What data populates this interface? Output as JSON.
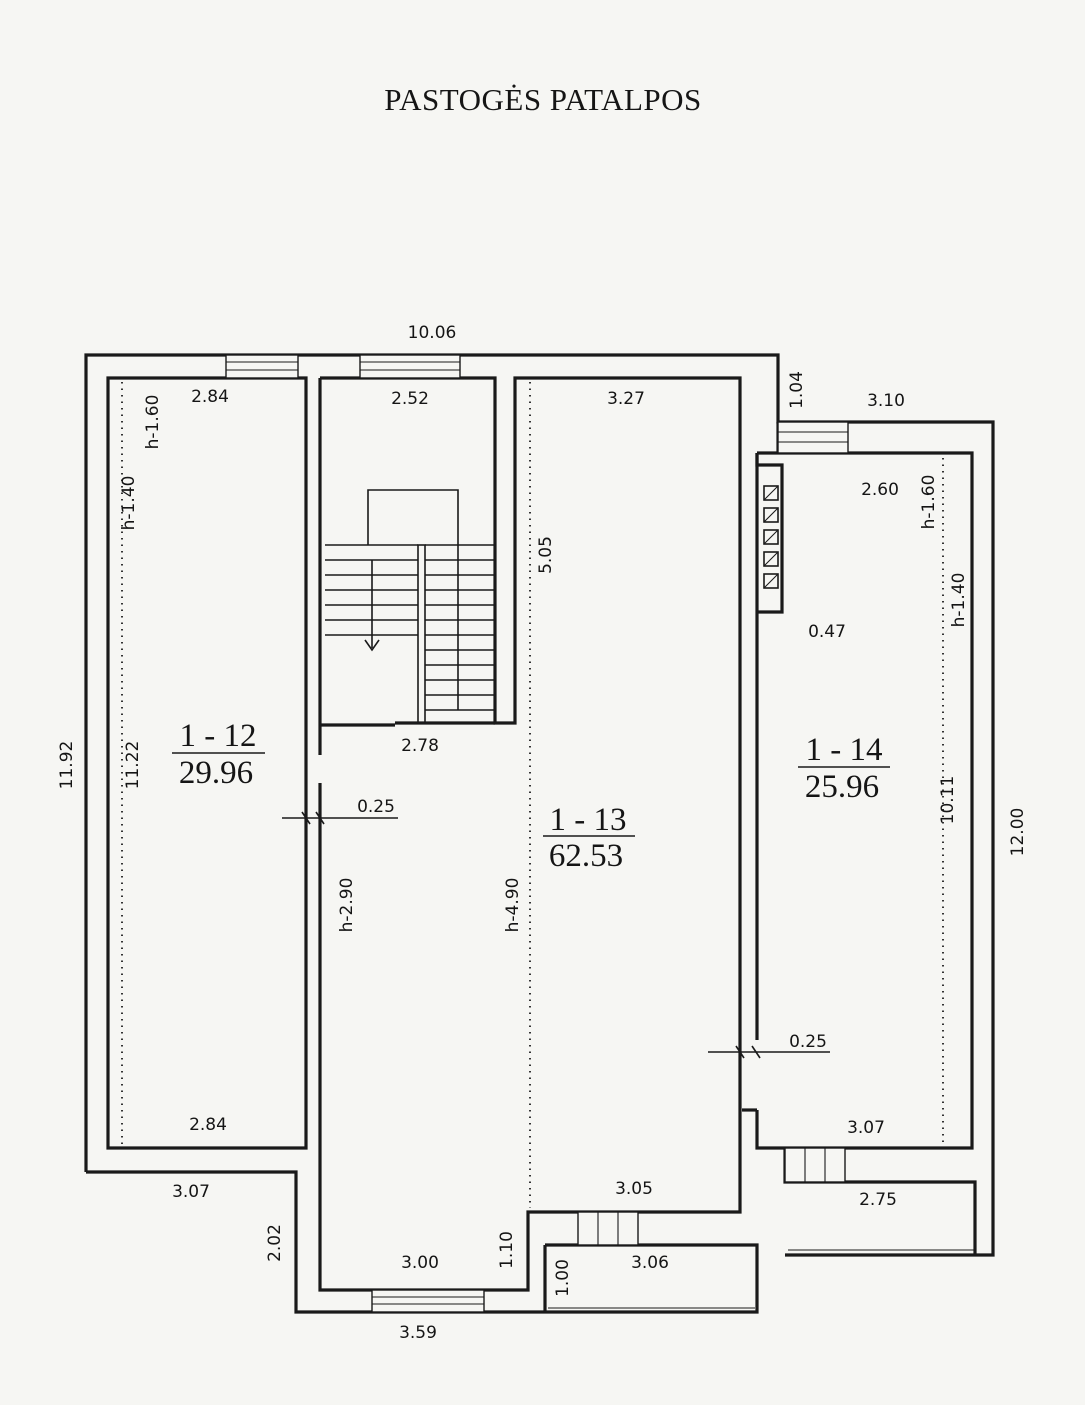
{
  "title": "PASTOGĖS PATALPOS",
  "rooms": [
    {
      "id": "1 - 12",
      "area": "29.96"
    },
    {
      "id": "1 - 13",
      "area": "62.53"
    },
    {
      "id": "1 - 14",
      "area": "25.96"
    }
  ],
  "dimensions": {
    "top_overall": "10.06",
    "r12_top_width": "2.84",
    "r12_bottom_width": "2.84",
    "r12_height_mark_upper": "h-1.60",
    "r12_height_mark_lower": "h-1.40",
    "r12_inner_length": "11.22",
    "left_overall": "11.92",
    "left_bottom_wall": "3.07",
    "lower_left_offset": "2.02",
    "stair_width": "2.52",
    "stair_bottom_width": "2.78",
    "partition_left": "0.25",
    "r13_top_width": "3.27",
    "r13_upper_length": "5.05",
    "r13_height_left": "h-2.90",
    "r13_height_mid": "h-4.90",
    "r13_bottom_width": "3.05",
    "bottom_window_width": "3.00",
    "bottom_overall": "3.59",
    "offset_110": "1.10",
    "balcony_depth": "1.00",
    "balcony_width": "3.06",
    "right_offset": "1.04",
    "r14_top_wall": "3.10",
    "r14_top_width": "2.60",
    "r14_height_mark_upper": "h-1.60",
    "r14_height_mark_lower": "h-1.40",
    "chimney_offset": "0.47",
    "r14_inner_length": "10.11",
    "right_overall": "12.00",
    "partition_right": "0.25",
    "r14_bottom_width": "3.07",
    "r14_balcony_width": "2.75"
  }
}
